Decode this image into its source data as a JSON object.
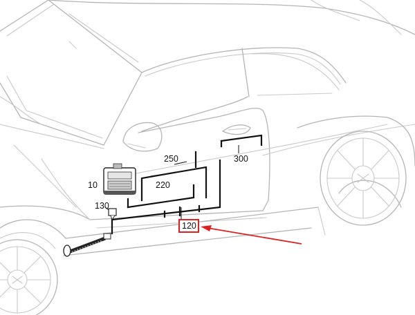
{
  "diagram": {
    "labels": {
      "module": "10",
      "connector": "130",
      "branch_a": "220",
      "branch_b": "250",
      "door_branch": "300",
      "highlighted": "120"
    },
    "colors": {
      "outline": "#c8c8c8",
      "harness": "#111111",
      "highlight": "#e0201e",
      "background": "#ffffff"
    },
    "icons": {
      "module": "control-module-icon",
      "connector": "plug-connector-icon",
      "grommet": "cable-grommet-icon",
      "arrow": "red-arrow-icon"
    }
  }
}
